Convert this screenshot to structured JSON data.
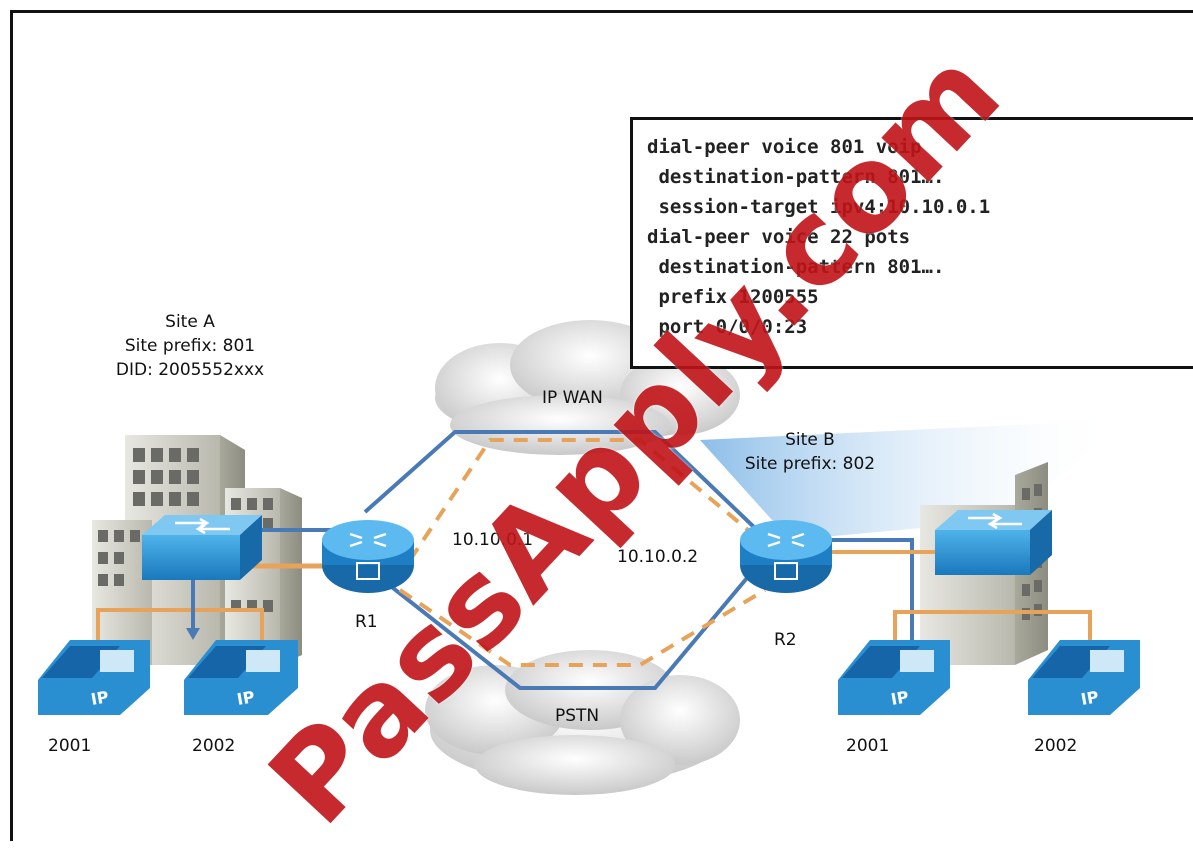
{
  "site_a": {
    "name": "Site A",
    "prefix": "Site prefix: 801",
    "did": "DID: 2005552xxx",
    "phones": [
      "2001",
      "2002"
    ]
  },
  "site_b": {
    "name": "Site B",
    "prefix": "Site prefix: 802",
    "phones": [
      "2001",
      "2002"
    ]
  },
  "routers": {
    "r1": {
      "name": "R1",
      "ip": "10.10.0.1"
    },
    "r2": {
      "name": "R2",
      "ip": "10.10.0.2"
    }
  },
  "clouds": {
    "wan": "IP WAN",
    "pstn": "PSTN"
  },
  "config_lines": [
    "dial-peer voice 801 voip",
    " destination-pattern 801….",
    " session-target ipv4:10.10.0.1",
    "dial-peer voice 22 pots",
    " destination-pattern 801….",
    " prefix 1200555",
    " port 0/0/0:23"
  ],
  "watermark": "PassApply.com",
  "colors": {
    "wan_link": "#4a7ab5",
    "pstn_link": "#e8a35a",
    "device_blue": "#2a8fd0",
    "watermark": "#c01418"
  },
  "icons": [
    "building-icon",
    "switch-icon",
    "router-icon",
    "ip-phone-icon",
    "cloud-icon"
  ]
}
